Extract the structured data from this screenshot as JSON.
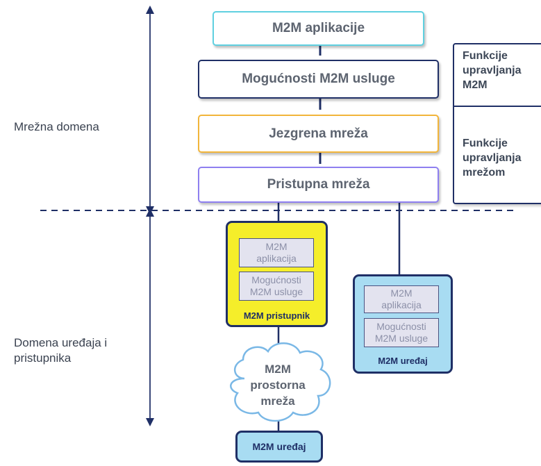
{
  "domains": {
    "network": "Mrežna domena",
    "device_gateway_line1": "Domena uređaja i",
    "device_gateway_line2": "pristupnika"
  },
  "layers": {
    "applications": "M2M aplikacije",
    "service_capabilities": "Mogućnosti M2M usluge",
    "core_network": "Jezgrena mreža",
    "access_network": "Pristupna mreža"
  },
  "management": {
    "m2m_line1": "Funkcije",
    "m2m_line2": "upravljanja",
    "m2m_line3": "M2M",
    "network_line1": "Funkcije",
    "network_line2": "upravljanja",
    "network_line3": "mrežom"
  },
  "gateway": {
    "app_line1": "M2M",
    "app_line2": "aplikacija",
    "cap_line1": "Mogućnosti",
    "cap_line2": "M2M usluge",
    "label": "M2M pristupnik"
  },
  "device": {
    "app_line1": "M2M",
    "app_line2": "aplikacija",
    "cap_line1": "Mogućnosti",
    "cap_line2": "M2M usluge",
    "label": "M2M uređaj"
  },
  "area_network": {
    "line1": "M2M",
    "line2": "prostorna",
    "line3": "mreža"
  },
  "bottom_device": {
    "label": "M2M uređaj"
  },
  "colors": {
    "applications_border": "#5fd0e0",
    "service_border": "#1f2f66",
    "core_border": "#f2b53a",
    "access_border": "#8e7ff0",
    "gateway_fill": "#f5ee2a",
    "device_fill": "#a8dcf2",
    "cloud_border": "#7ab8e6"
  }
}
